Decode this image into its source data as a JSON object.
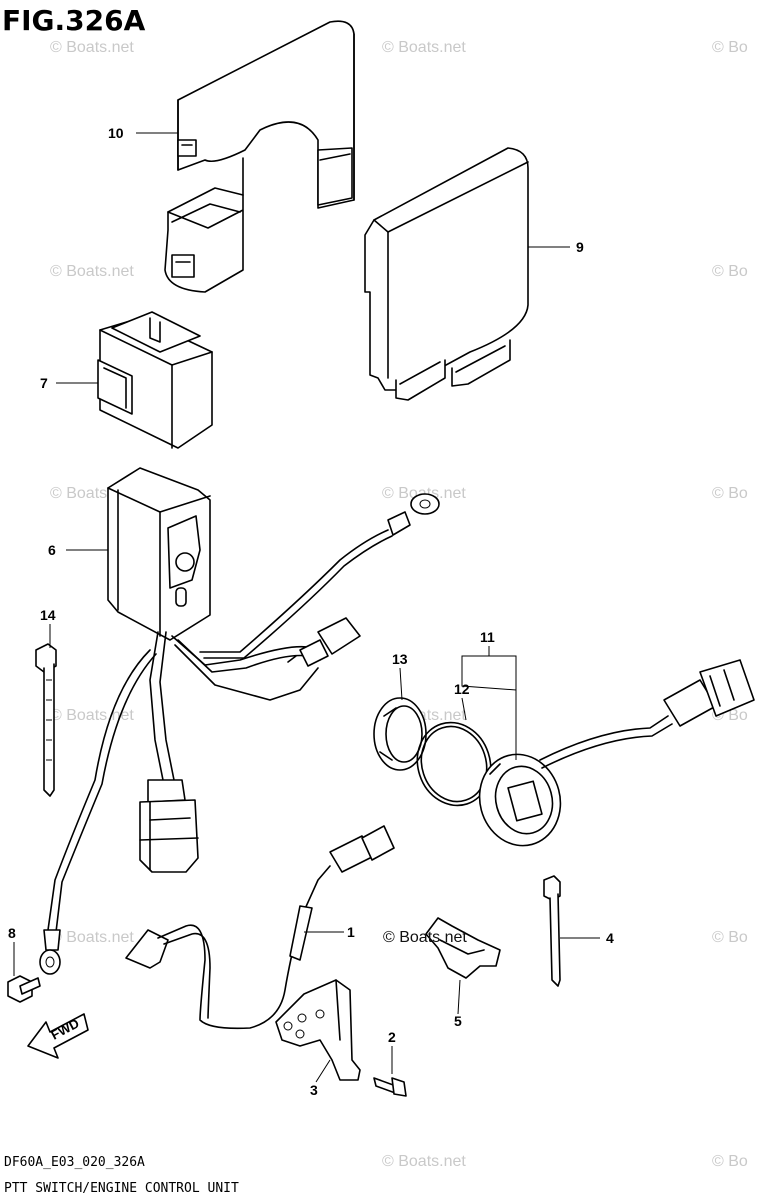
{
  "figure": {
    "title": "FIG.326A",
    "code": "DF60A_E03_020_326A",
    "caption": "PTT SWITCH/ENGINE CONTROL UNIT",
    "watermark": "© Boats.net",
    "watermark_partial": "© Bo",
    "fwd_label": "FWD"
  },
  "callouts": {
    "c1": "1",
    "c2": "2",
    "c3": "3",
    "c4": "4",
    "c5": "5",
    "c6": "6",
    "c7": "7",
    "c8": "8",
    "c9": "9",
    "c10": "10",
    "c11": "11",
    "c12": "12",
    "c13": "13",
    "c14": "14"
  },
  "parts": [
    {
      "ref": "1",
      "part": "ptt-switch-lead-wire"
    },
    {
      "ref": "2",
      "part": "bolt"
    },
    {
      "ref": "3",
      "part": "bracket"
    },
    {
      "ref": "4",
      "part": "cable-tie"
    },
    {
      "ref": "5",
      "part": "clamp"
    },
    {
      "ref": "6",
      "part": "relay-box-harness"
    },
    {
      "ref": "7",
      "part": "relay-cover"
    },
    {
      "ref": "8",
      "part": "bolt"
    },
    {
      "ref": "9",
      "part": "engine-control-unit"
    },
    {
      "ref": "10",
      "part": "ecu-cover"
    },
    {
      "ref": "11",
      "part": "ptt-switch"
    },
    {
      "ref": "12",
      "part": "o-ring"
    },
    {
      "ref": "13",
      "part": "switch-nut"
    },
    {
      "ref": "14",
      "part": "cable-tie"
    }
  ]
}
